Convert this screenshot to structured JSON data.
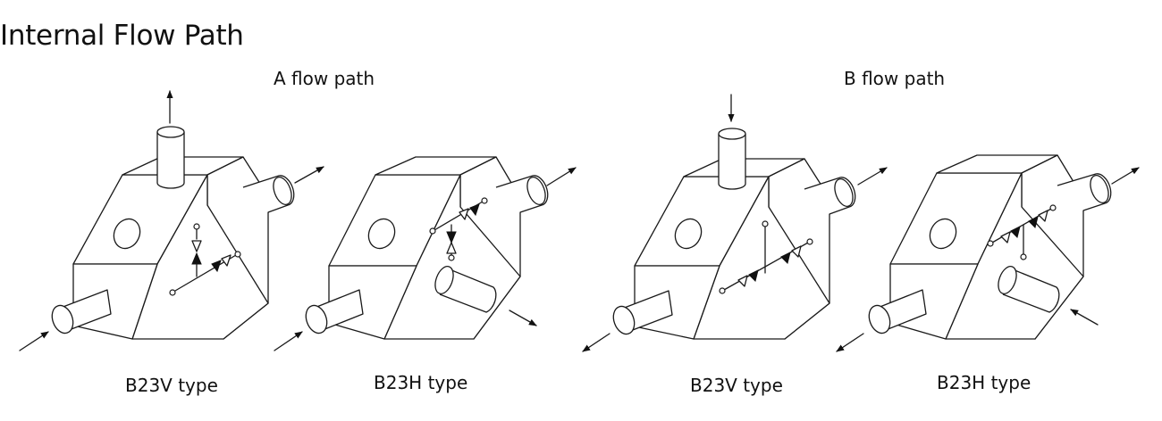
{
  "title": "Internal Flow Path",
  "groups": [
    {
      "label": "A flow path",
      "types": [
        "B23V type",
        "B23H type"
      ]
    },
    {
      "label": "B flow path",
      "types": [
        "B23V type",
        "B23H type"
      ]
    }
  ],
  "icons": [
    "flow-arrow-icon",
    "check-valve-symbol-icon"
  ]
}
